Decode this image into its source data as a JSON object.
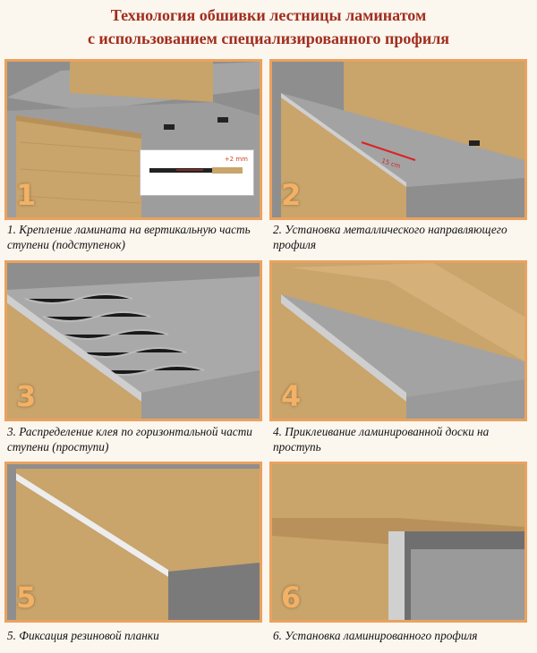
{
  "header": {
    "line1": "Технология обшивки лестницы ламинатом",
    "line2": "с использованием специализированного профиля"
  },
  "steps": [
    {
      "number": "1",
      "caption": "1. Крепление ламината на вертикальную часть ступени (подступенок)"
    },
    {
      "number": "2",
      "caption": "2. Установка металлического направляющего профиля"
    },
    {
      "number": "3",
      "caption": "3. Распределение клея по горизонтальной части ступени (проступи)"
    },
    {
      "number": "4",
      "caption": "4. Приклеивание ламинированной доски на проступь"
    },
    {
      "number": "5",
      "caption": "5. Фиксация резиновой планки"
    },
    {
      "number": "6",
      "caption": "6. Установка ламинированного профиля"
    }
  ],
  "inset_label": "+2 mm",
  "measure_label": "15 cm",
  "colors": {
    "title": "#a12e1e",
    "frame": "#e9a25f",
    "number": "#f3b165",
    "wood": "#c9a46a",
    "concrete": "#9a9a9a"
  }
}
